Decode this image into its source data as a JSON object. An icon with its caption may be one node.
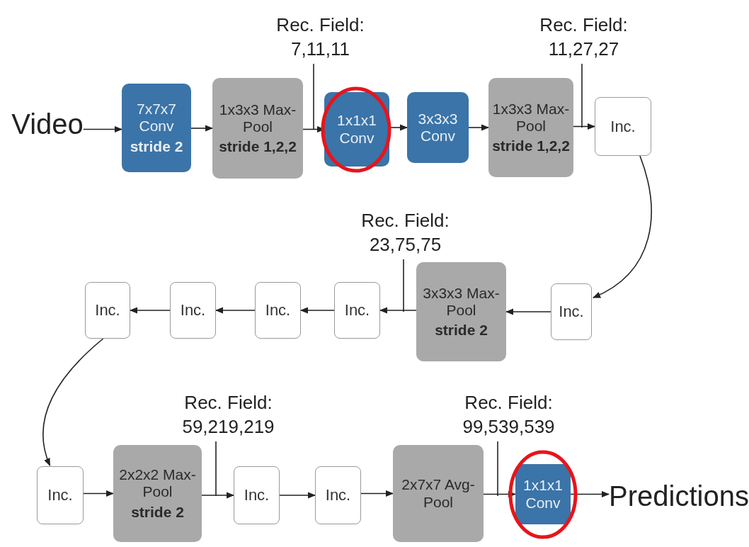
{
  "diagram": {
    "nodes": [
      {
        "text": [
          "Video"
        ]
      },
      {
        "text": [
          "7x7x7 Conv",
          "stride 2"
        ]
      },
      {
        "text": [
          "1x3x3 Max-Pool",
          "stride 1,2,2"
        ]
      },
      {
        "text": [
          "1x1x1 Conv"
        ]
      },
      {
        "text": [
          "3x3x3 Conv"
        ]
      },
      {
        "text": [
          "1x3x3 Max-Pool",
          "stride 1,2,2"
        ]
      },
      {
        "text": [
          "Inc."
        ]
      },
      {
        "text": [
          "Rec. Field: 7,11,11"
        ]
      },
      {
        "text": [
          "Rec. Field: 11,27,27"
        ]
      },
      {
        "text": [
          "Rec. Field: 23,75,75"
        ]
      },
      {
        "text": [
          "Inc."
        ]
      },
      {
        "text": [
          "Inc."
        ]
      },
      {
        "text": [
          "Inc."
        ]
      },
      {
        "text": [
          "Inc."
        ]
      },
      {
        "text": [
          "3x3x3 Max-Pool",
          "stride 2"
        ]
      },
      {
        "text": [
          "Inc."
        ]
      },
      {
        "text": [
          "Rec. Field: 59,219,219"
        ]
      },
      {
        "text": [
          "Rec. Field: 99,539,539"
        ]
      },
      {
        "text": [
          "Inc."
        ]
      },
      {
        "text": [
          "2x2x2 Max-Pool",
          "stride 2"
        ]
      },
      {
        "text": [
          "Inc."
        ]
      },
      {
        "text": [
          "Inc."
        ]
      },
      {
        "text": [
          "2x7x7 Avg-Pool"
        ]
      },
      {
        "text": [
          "1x1x1 Conv"
        ]
      },
      {
        "text": [
          "Predictions"
        ]
      }
    ],
    "edges": [
      {
        "from": 0,
        "to": 1,
        "arrow": "to"
      },
      {
        "from": 1,
        "to": 2,
        "arrow": "to"
      },
      {
        "from": 2,
        "to": 3,
        "arrow": "to"
      },
      {
        "from": 3,
        "to": 4,
        "arrow": "to"
      },
      {
        "from": 4,
        "to": 5,
        "arrow": "to"
      },
      {
        "from": 5,
        "to": 6,
        "arrow": "to"
      },
      {
        "from": 6,
        "to": 15,
        "arrow": "to"
      },
      {
        "from": 15,
        "to": 14,
        "arrow": "to"
      },
      {
        "from": 14,
        "to": 13,
        "arrow": "to"
      },
      {
        "from": 13,
        "to": 12,
        "arrow": "to"
      },
      {
        "from": 12,
        "to": 11,
        "arrow": "to"
      },
      {
        "from": 11,
        "to": 10,
        "arrow": "to"
      },
      {
        "from": 10,
        "to": 18,
        "arrow": "to"
      },
      {
        "from": 18,
        "to": 19,
        "arrow": "to"
      },
      {
        "from": 19,
        "to": 20,
        "arrow": "to"
      },
      {
        "from": 20,
        "to": 21,
        "arrow": "to"
      },
      {
        "from": 21,
        "to": 22,
        "arrow": "to"
      },
      {
        "from": 22,
        "to": 23,
        "arrow": "to"
      },
      {
        "from": 23,
        "to": 24,
        "arrow": "to"
      },
      {
        "from": 7,
        "to": 3,
        "arrow": "none"
      },
      {
        "from": 8,
        "to": 5,
        "arrow": "none"
      },
      {
        "from": 9,
        "to": null,
        "arrow": "none"
      },
      {
        "from": 16,
        "to": null,
        "arrow": "none"
      },
      {
        "from": 17,
        "to": null,
        "arrow": "none"
      }
    ]
  }
}
